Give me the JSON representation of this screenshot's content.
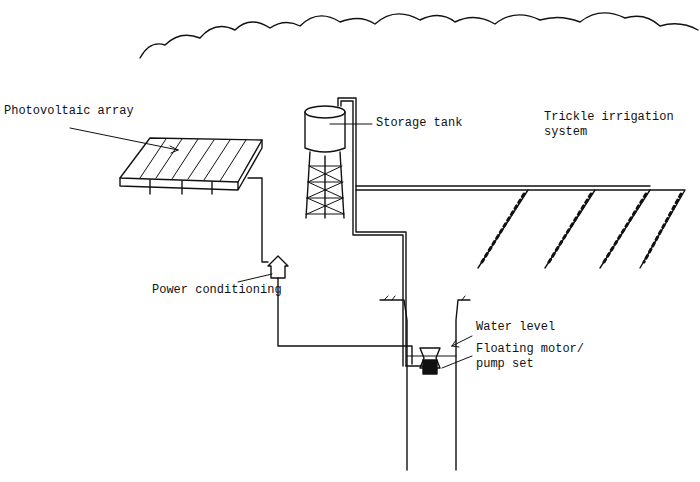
{
  "diagram": {
    "labels": [
      "Photovoltaic array",
      "Storage tank",
      "Trickle irrigation system",
      "Power conditioning",
      "Water level",
      "Floating motor/ pump set"
    ]
  }
}
